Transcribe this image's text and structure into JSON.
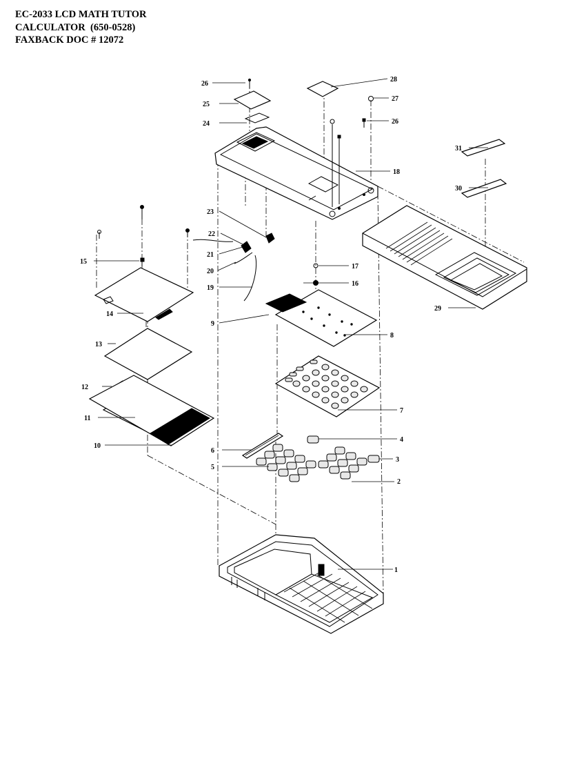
{
  "header": {
    "line1": "EC-2033 LCD MATH TUTOR",
    "line2": "CALCULATOR  (650-0528)",
    "line3": "FAXBACK DOC # 12072"
  },
  "callouts": {
    "c1": "1",
    "c2": "2",
    "c3": "3",
    "c4": "4",
    "c5": "5",
    "c6": "6",
    "c7": "7",
    "c8": "8",
    "c9": "9",
    "c10": "10",
    "c11": "11",
    "c12": "12",
    "c13": "13",
    "c14": "14",
    "c15": "15",
    "c16": "16",
    "c17": "17",
    "c18": "18",
    "c19": "19",
    "c20": "20",
    "c21": "21",
    "c22": "22",
    "c23": "23",
    "c24": "24",
    "c25": "25",
    "c26a": "26",
    "c26b": "26",
    "c27": "27",
    "c28": "28",
    "c29": "29",
    "c30": "30",
    "c31": "31"
  }
}
